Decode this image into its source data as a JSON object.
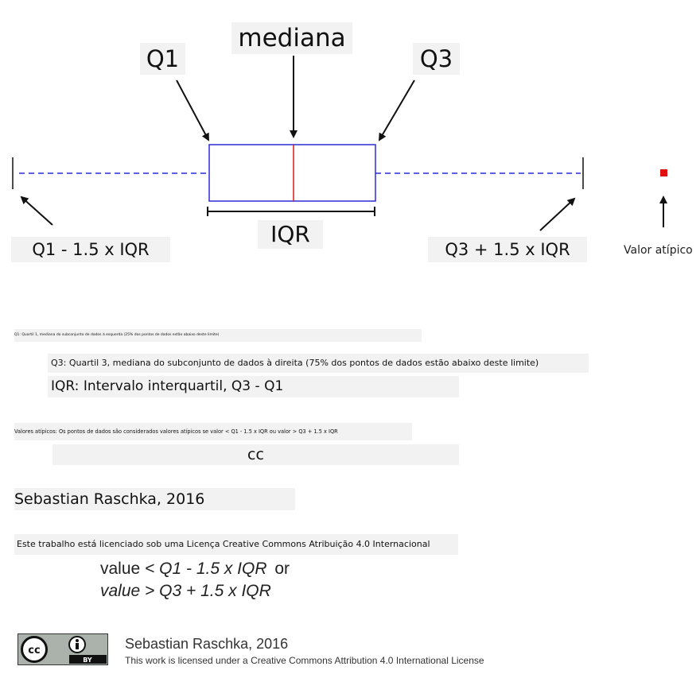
{
  "labels": {
    "q1": "Q1",
    "median": "mediana",
    "q3": "Q3",
    "iqr": "IQR",
    "lower_whisker": "Q1 - 1.5 x IQR",
    "upper_whisker": "Q3 + 1.5 x IQR",
    "outlier": "Valor atípico"
  },
  "legend": {
    "q1_desc": "Q1: Quartil 1, mediana do subconjunto de dados à esquerda (25% dos pontos de dados estão abaixo deste limite)",
    "q3_desc": "Q3: Quartil 3, mediana do subconjunto de dados à direita (75% dos pontos de dados estão abaixo deste limite)",
    "iqr_desc": "IQR: Intervalo interquartil, Q3 - Q1",
    "outliers_desc": "Valores atípicos: Os pontos de dados são considerados valores atípicos se valor < Q1 - 1.5 x IQR ou valor > Q3 + 1.5 x IQR",
    "cc": "cc",
    "author": "Sebastian Raschka, 2016",
    "license": "Este trabalho está licenciado sob uma Licença Creative Commons Atribuição 4.0 Internacional"
  },
  "formula": {
    "line1_value": "value",
    "line1_rest": "< Q1 - 1.5 x IQR",
    "line1_or": "or",
    "line2": "value > Q3 + 1.5 x IQR"
  },
  "footer": {
    "cc_symbol": "cc",
    "by_label": "BY",
    "author": "Sebastian Raschka, 2016",
    "license": "This work is licensed under a Creative Commons Attribution 4.0 International License"
  },
  "colors": {
    "box": "#2b2bd6",
    "median": "#d81b1b",
    "whisker": "#2b2bd6",
    "outlier": "#e01010",
    "label_bg": "#f2f2f2",
    "badge": "#aab2ab"
  }
}
